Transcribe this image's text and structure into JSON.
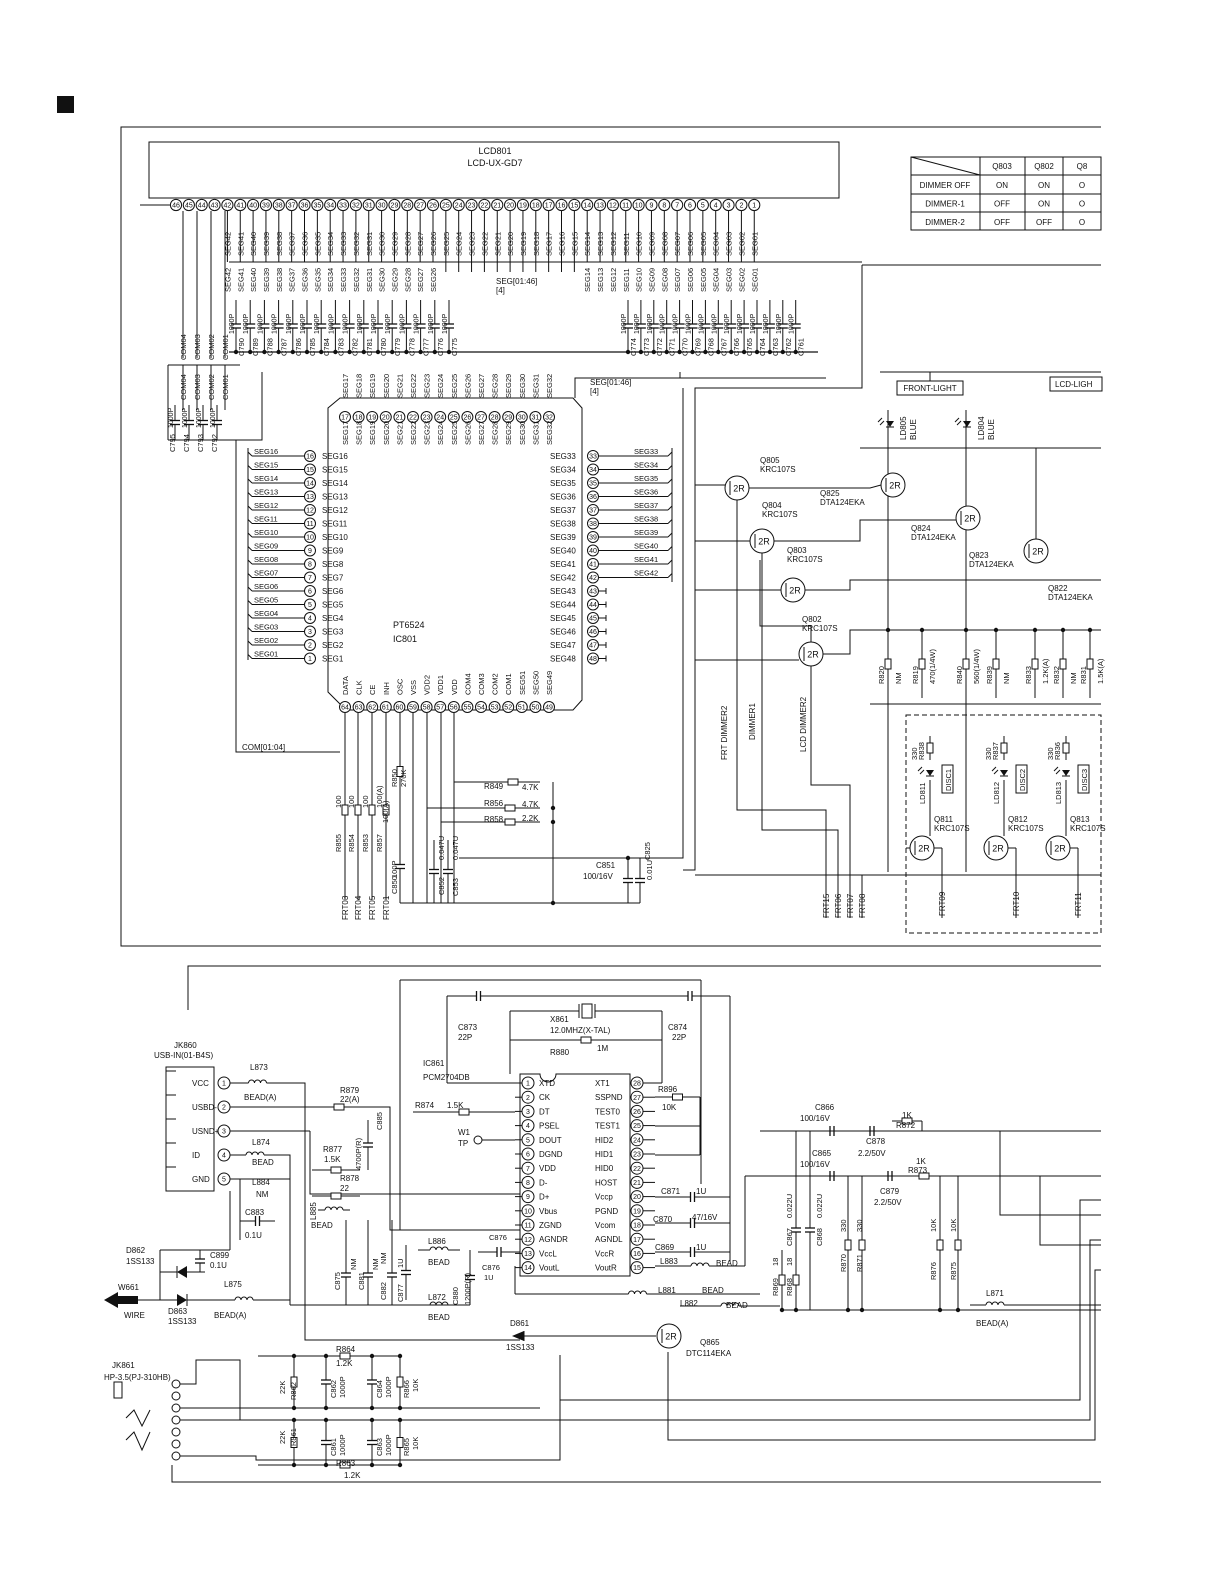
{
  "lcd": {
    "ref": "LCD801",
    "part": "LCD-UX-GD7",
    "pins": [
      "46",
      "45",
      "44",
      "43",
      "42",
      "41",
      "40",
      "39",
      "38",
      "37",
      "36",
      "35",
      "34",
      "33",
      "32",
      "31",
      "30",
      "29",
      "28",
      "27",
      "26",
      "25",
      "24",
      "23",
      "22",
      "21",
      "20",
      "19",
      "18",
      "17",
      "16",
      "15",
      "14",
      "13",
      "12",
      "11",
      "10",
      "9",
      "8",
      "7",
      "6",
      "5",
      "4",
      "3",
      "2",
      "1"
    ]
  },
  "seg_labels": [
    "SEG42",
    "SEG41",
    "SEG40",
    "SEG39",
    "SEG38",
    "SEG37",
    "SEG36",
    "SEG35",
    "SEG34",
    "SEG33",
    "SEG32",
    "SEG31",
    "SEG30",
    "SEG29",
    "SEG28",
    "SEG27",
    "SEG26",
    "SEG25",
    "SEG24",
    "SEG23",
    "SEG22",
    "SEG21",
    "SEG20",
    "SEG19",
    "SEG18",
    "SEG17",
    "SEG16",
    "SEG15",
    "SEG14",
    "SEG13",
    "SEG12",
    "SEG11",
    "SEG10",
    "SEG09",
    "SEG08",
    "SEG07",
    "SEG06",
    "SEG05",
    "SEG04",
    "SEG03",
    "SEG02",
    "SEG01"
  ],
  "com_labels": [
    "COM04",
    "COM03",
    "COM02",
    "COM01"
  ],
  "cap_left": [
    "C790",
    "C789",
    "C788",
    "C787",
    "C786",
    "C785",
    "C784",
    "C783",
    "C782",
    "C781",
    "C780",
    "C779",
    "C778",
    "C777",
    "C776",
    "C775"
  ],
  "cap_right": [
    "C774",
    "C773",
    "C772",
    "C771",
    "C770",
    "C769",
    "C768",
    "C767",
    "C766",
    "C765",
    "C764",
    "C763",
    "C762",
    "C761"
  ],
  "cap_com": [
    "C795",
    "C794",
    "C793",
    "C792"
  ],
  "cap_value": "1000P",
  "bus_top": "SEG[01:46]",
  "bus_top_num": "[4]",
  "bus_mid": "SEG[01:46]",
  "bus_mid_num": "[4]",
  "com_bus": "COM[01:04]",
  "ic801": {
    "part": "PT6524",
    "ref": "IC801",
    "left_pins": [
      {
        "n": "16",
        "l": "SEG16",
        "net": "SEG16"
      },
      {
        "n": "15",
        "l": "SEG15",
        "net": "SEG15"
      },
      {
        "n": "14",
        "l": "SEG14",
        "net": "SEG14"
      },
      {
        "n": "13",
        "l": "SEG13",
        "net": "SEG13"
      },
      {
        "n": "12",
        "l": "SEG12",
        "net": "SEG12"
      },
      {
        "n": "11",
        "l": "SEG11",
        "net": "SEG11"
      },
      {
        "n": "10",
        "l": "SEG10",
        "net": "SEG10"
      },
      {
        "n": "9",
        "l": "SEG9",
        "net": "SEG09"
      },
      {
        "n": "8",
        "l": "SEG8",
        "net": "SEG08"
      },
      {
        "n": "7",
        "l": "SEG7",
        "net": "SEG07"
      },
      {
        "n": "6",
        "l": "SEG6",
        "net": "SEG06"
      },
      {
        "n": "5",
        "l": "SEG5",
        "net": "SEG05"
      },
      {
        "n": "4",
        "l": "SEG4",
        "net": "SEG04"
      },
      {
        "n": "3",
        "l": "SEG3",
        "net": "SEG03"
      },
      {
        "n": "2",
        "l": "SEG2",
        "net": "SEG02"
      },
      {
        "n": "1",
        "l": "SEG1",
        "net": "SEG01"
      }
    ],
    "right_pins": [
      {
        "n": "33",
        "l": "SEG33",
        "net": "SEG33"
      },
      {
        "n": "34",
        "l": "SEG34",
        "net": "SEG34"
      },
      {
        "n": "35",
        "l": "SEG35",
        "net": "SEG35"
      },
      {
        "n": "36",
        "l": "SEG36",
        "net": "SEG36"
      },
      {
        "n": "37",
        "l": "SEG37",
        "net": "SEG37"
      },
      {
        "n": "38",
        "l": "SEG38",
        "net": "SEG38"
      },
      {
        "n": "39",
        "l": "SEG39",
        "net": "SEG39"
      },
      {
        "n": "40",
        "l": "SEG40",
        "net": "SEG40"
      },
      {
        "n": "41",
        "l": "SEG41",
        "net": "SEG41"
      },
      {
        "n": "42",
        "l": "SEG42",
        "net": "SEG42"
      },
      {
        "n": "43",
        "l": "SEG43",
        "net": ""
      },
      {
        "n": "44",
        "l": "SEG44",
        "net": ""
      },
      {
        "n": "45",
        "l": "SEG45",
        "net": ""
      },
      {
        "n": "46",
        "l": "SEG46",
        "net": ""
      },
      {
        "n": "47",
        "l": "SEG47",
        "net": ""
      },
      {
        "n": "48",
        "l": "SEG48",
        "net": ""
      }
    ],
    "top_pins": [
      {
        "n": "17",
        "l": "SEG17"
      },
      {
        "n": "18",
        "l": "SEG18"
      },
      {
        "n": "19",
        "l": "SEG19"
      },
      {
        "n": "20",
        "l": "SEG20"
      },
      {
        "n": "21",
        "l": "SEG21"
      },
      {
        "n": "22",
        "l": "SEG22"
      },
      {
        "n": "23",
        "l": "SEG23"
      },
      {
        "n": "24",
        "l": "SEG24"
      },
      {
        "n": "25",
        "l": "SEG25"
      },
      {
        "n": "26",
        "l": "SEG26"
      },
      {
        "n": "27",
        "l": "SEG27"
      },
      {
        "n": "28",
        "l": "SEG28"
      },
      {
        "n": "29",
        "l": "SEG29"
      },
      {
        "n": "30",
        "l": "SEG30"
      },
      {
        "n": "31",
        "l": "SEG31"
      },
      {
        "n": "32",
        "l": "SEG32"
      }
    ],
    "bottom_pins": [
      {
        "n": "64",
        "l": "DATA"
      },
      {
        "n": "63",
        "l": "CLK"
      },
      {
        "n": "62",
        "l": "CE"
      },
      {
        "n": "61",
        "l": "INH"
      },
      {
        "n": "60",
        "l": "OSC"
      },
      {
        "n": "59",
        "l": "VSS"
      },
      {
        "n": "58",
        "l": "VDD2"
      },
      {
        "n": "57",
        "l": "VDD1"
      },
      {
        "n": "56",
        "l": "VDD"
      },
      {
        "n": "55",
        "l": "COM4"
      },
      {
        "n": "54",
        "l": "COM3"
      },
      {
        "n": "53",
        "l": "COM2"
      },
      {
        "n": "52",
        "l": "COM1"
      },
      {
        "n": "51",
        "l": "SEG51"
      },
      {
        "n": "50",
        "l": "SEG50"
      },
      {
        "n": "49",
        "l": "SEG49"
      }
    ]
  },
  "table": {
    "headers": [
      "Q803",
      "Q802",
      "Q8"
    ],
    "rows": [
      [
        "DIMMER OFF",
        "ON",
        "ON",
        "O"
      ],
      [
        "DIMMER-1",
        "OFF",
        "ON",
        "O"
      ],
      [
        "DIMMER-2",
        "OFF",
        "OFF",
        "O"
      ]
    ]
  },
  "front_light": "FRONT-LIGHT",
  "lcd_light": "LCD-LIGH",
  "leds": [
    {
      "ref": "LD805",
      "color": "BLUE"
    },
    {
      "ref": "LD804",
      "color": "BLUE"
    }
  ],
  "transistors": [
    {
      "ref": "Q805",
      "part": "KRC107S"
    },
    {
      "ref": "Q804",
      "part": "KRC107S"
    },
    {
      "ref": "Q803",
      "part": "KRC107S"
    },
    {
      "ref": "Q802",
      "part": "KRC107S"
    },
    {
      "ref": "Q825",
      "part": "DTA124EKA"
    },
    {
      "ref": "Q824",
      "part": "DTA124EKA"
    },
    {
      "ref": "Q823",
      "part": "DTA124EKA"
    },
    {
      "ref": "Q822",
      "part": "DTA124EKA"
    }
  ],
  "transistor_symbol": "2R",
  "dimmer_nets": [
    "FRT DIMMER2",
    "DIMMER1",
    "LCD DIMMER2"
  ],
  "res_row": [
    {
      "ref": "R820",
      "v": "NM"
    },
    {
      "ref": "R819",
      "v": "470(1/4W)"
    },
    {
      "ref": "R840",
      "v": "560(1/4W)"
    },
    {
      "ref": "R839",
      "v": "NM"
    },
    {
      "ref": "R833",
      "v": "1.2K(A)"
    },
    {
      "ref": "R832",
      "v": "NM"
    },
    {
      "ref": "R831",
      "v": "1.5K(A)"
    }
  ],
  "disc": [
    {
      "res": "R838",
      "rv": "330",
      "led": "LD811",
      "tag": "DISC1",
      "q": "Q811",
      "qp": "KRC107S",
      "net": "FRT09"
    },
    {
      "res": "R837",
      "rv": "330",
      "led": "LD812",
      "tag": "DISC2",
      "q": "Q812",
      "qp": "KRC107S",
      "net": "FRT10"
    },
    {
      "res": "R836",
      "rv": "330",
      "led": "LD813",
      "tag": "DISC3",
      "q": "Q813",
      "qp": "KRC107S",
      "net": "FRT11"
    }
  ],
  "frt_nets_right": [
    "FRT15",
    "FRT06",
    "FRT07",
    "FRT08"
  ],
  "frt_nets_left": [
    "FRT03",
    "FRT04",
    "FRT05",
    "FRT01"
  ],
  "lcd_res": [
    {
      "ref": "R855",
      "v": "100"
    },
    {
      "ref": "R854",
      "v": "100"
    },
    {
      "ref": "R853",
      "v": "100"
    },
    {
      "ref": "R857",
      "v": "100(A)"
    },
    {
      "ref": "R850",
      "v": "270K"
    }
  ],
  "lcd_misc": {
    "r849": "R849",
    "r849v": "4.7K",
    "r856": "R856",
    "r856v": "4.7K",
    "r858": "R858",
    "r858v": "2.2K",
    "c850": "C850",
    "c850v": "100P",
    "c852": "C852",
    "c852v": "0.047U",
    "c853": "C853",
    "c853v": "0.047U",
    "c851": "C851",
    "c851v": "100/16V",
    "c825": "C825",
    "c825v": "0.01U"
  },
  "usb": {
    "jk860": "JK860",
    "jk860p": "USB-IN(01-B4S)",
    "pins": [
      {
        "n": "1",
        "l": "VCC"
      },
      {
        "n": "2",
        "l": "USBD-"
      },
      {
        "n": "3",
        "l": "USND+"
      },
      {
        "n": "4",
        "l": "ID"
      },
      {
        "n": "5",
        "l": "GND"
      }
    ],
    "l873": "L873",
    "l873v": "BEAD(A)",
    "l874": "L874",
    "l874v": "BEAD",
    "l884": "L884",
    "l884v": "NM",
    "r879": "R879",
    "r879v": "22(A)",
    "r877": "R877",
    "r877v": "1.5K",
    "r878": "R878",
    "r878v": "22",
    "c885": "C885",
    "c885v": "4700P(R)",
    "c883": "C883",
    "c883v": "0.1U",
    "l885": "L885",
    "l885v": "BEAD",
    "d862": "D862",
    "d862p": "1SS133",
    "c899": "C899",
    "c899v": "0.1U",
    "d863": "D863",
    "d863p": "1SS133",
    "w661": "W661",
    "w661t": "WIRE",
    "l875": "L875",
    "l875v": "BEAD(A)",
    "c875": "C875",
    "c875v": "NM",
    "c881": "C881",
    "c881v": "NM",
    "c882": "C882",
    "c882v": "NM",
    "c877": "C877",
    "c877v": "1U",
    "l886": "L886",
    "l886v": "BEAD",
    "l872": "L872",
    "l872v": "BEAD",
    "c880": "C880",
    "c880v": "1200P(R)",
    "c876": "C876",
    "c876v": "1U"
  },
  "ic861": {
    "ref": "IC861",
    "part": "PCM2704DB",
    "left": [
      {
        "n": "1",
        "l": "XTD"
      },
      {
        "n": "2",
        "l": "CK"
      },
      {
        "n": "3",
        "l": "DT"
      },
      {
        "n": "4",
        "l": "PSEL"
      },
      {
        "n": "5",
        "l": "DOUT"
      },
      {
        "n": "6",
        "l": "DGND"
      },
      {
        "n": "7",
        "l": "VDD"
      },
      {
        "n": "8",
        "l": "D-"
      },
      {
        "n": "9",
        "l": "D+"
      },
      {
        "n": "10",
        "l": "Vbus"
      },
      {
        "n": "11",
        "l": "ZGND"
      },
      {
        "n": "12",
        "l": "AGNDR"
      },
      {
        "n": "13",
        "l": "VccL"
      },
      {
        "n": "14",
        "l": "VoutL"
      }
    ],
    "right": [
      {
        "n": "28",
        "l": "XT1"
      },
      {
        "n": "27",
        "l": "SSPND"
      },
      {
        "n": "26",
        "l": "TEST0"
      },
      {
        "n": "25",
        "l": "TEST1"
      },
      {
        "n": "24",
        "l": "HID2"
      },
      {
        "n": "23",
        "l": "HID1"
      },
      {
        "n": "22",
        "l": "HID0"
      },
      {
        "n": "21",
        "l": "HOST"
      },
      {
        "n": "20",
        "l": "Vccp"
      },
      {
        "n": "19",
        "l": "PGND"
      },
      {
        "n": "18",
        "l": "Vcom"
      },
      {
        "n": "17",
        "l": "AGNDL"
      },
      {
        "n": "16",
        "l": "VccR"
      },
      {
        "n": "15",
        "l": "VoutR"
      }
    ]
  },
  "xtal": {
    "c873": "C873",
    "c873v": "22P",
    "x861": "X861",
    "x861v": "12.0MHZ(X-TAL)",
    "c874": "C874",
    "c874v": "22P",
    "r880": "R880",
    "r880v": "1M"
  },
  "misc861": {
    "r874": "R874",
    "r874v": "1.5K",
    "tp": "TP",
    "w1": "W1",
    "r896": "R896",
    "r896v": "10K",
    "c871": "C871",
    "c871v": "1U",
    "c870": "C870",
    "c870v": "47/16V",
    "c869": "C869",
    "c869v": "1U",
    "l883": "L883",
    "l883v": "BEAD",
    "l881": "L881",
    "l881v": "BEAD",
    "l882": "L882",
    "l882v": "BEAD"
  },
  "audio": {
    "c866": "C866",
    "c866v": "100/16V",
    "c878": "C878",
    "c878v": "2.2/50V",
    "r872": "R872",
    "r872v": "1K",
    "c865": "C865",
    "c865v": "100/16V",
    "c879": "C879",
    "c879v": "2.2/50V",
    "r873": "R873",
    "r873v": "1K",
    "c867": "C867",
    "c867v": "0.022U",
    "c868": "C868",
    "c868v": "0.022U",
    "r869": "R869",
    "r869v": "18",
    "r868": "R868",
    "r868v": "18",
    "r870": "R870",
    "r870v": "330",
    "r871": "R871",
    "r871v": "330",
    "r876": "R876",
    "r876v": "10K",
    "r875": "R875",
    "r875v": "10K",
    "l871": "L871",
    "l871v": "BEAD(A)"
  },
  "hp": {
    "d861": "D861",
    "d861p": "1SS133",
    "q865": "Q865",
    "q865p": "DTC114EKA",
    "jk861": "JK861",
    "jk861p": "HP-3.5(PJ-310HB)",
    "r864": "R864",
    "r864v": "1.2K",
    "r863": "R863",
    "r863v": "1.2K",
    "r862": "R862",
    "r862v": "22K",
    "r861": "R861",
    "r861v": "22K",
    "c862": "C862",
    "c862v": "1000P",
    "c861": "C861",
    "c861v": "1000P",
    "c864": "C864",
    "c864v": "1000P",
    "c863": "C863",
    "c863v": "1000P",
    "r866": "R866",
    "r866v": "10K",
    "r865": "R865",
    "r865v": "10K"
  }
}
